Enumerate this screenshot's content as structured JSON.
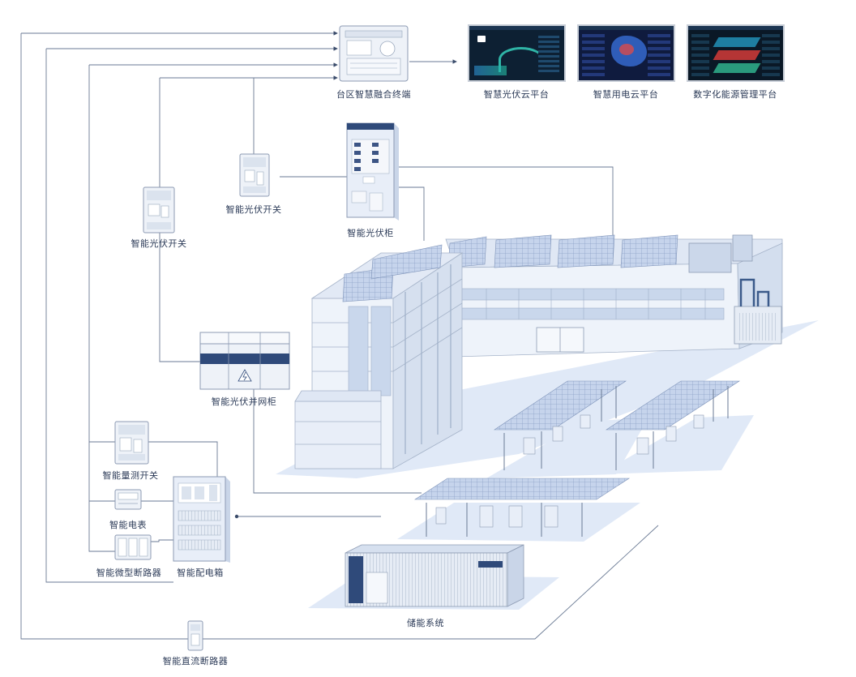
{
  "labels": {
    "fusion_terminal": "台区智慧融合终端",
    "pv_cloud": "智慧光伏云平台",
    "power_cloud": "智慧用电云平台",
    "energy_platform": "数字化能源管理平台",
    "pv_switch_top": "智能光伏开关",
    "pv_switch_left": "智能光伏开关",
    "pv_cabinet": "智能光伏柜",
    "grid_cabinet": "智能光伏并网柜",
    "metering_switch": "智能量测开关",
    "smart_meter": "智能电表",
    "micro_breaker": "智能微型断路器",
    "distribution_box": "智能配电箱",
    "storage": "储能系统",
    "dc_breaker": "智能直流断路器"
  },
  "colors": {
    "line": "#6a7a94",
    "device_fill": "#eef2f8",
    "device_stroke": "#8d9bb3",
    "building_fill": "#e8eef8",
    "building_dark": "#c9d5e8",
    "floor_shadow": "#dfe8f6",
    "panel_fill": "#c4d2ea",
    "screen_bg": "#0b1c2e"
  }
}
